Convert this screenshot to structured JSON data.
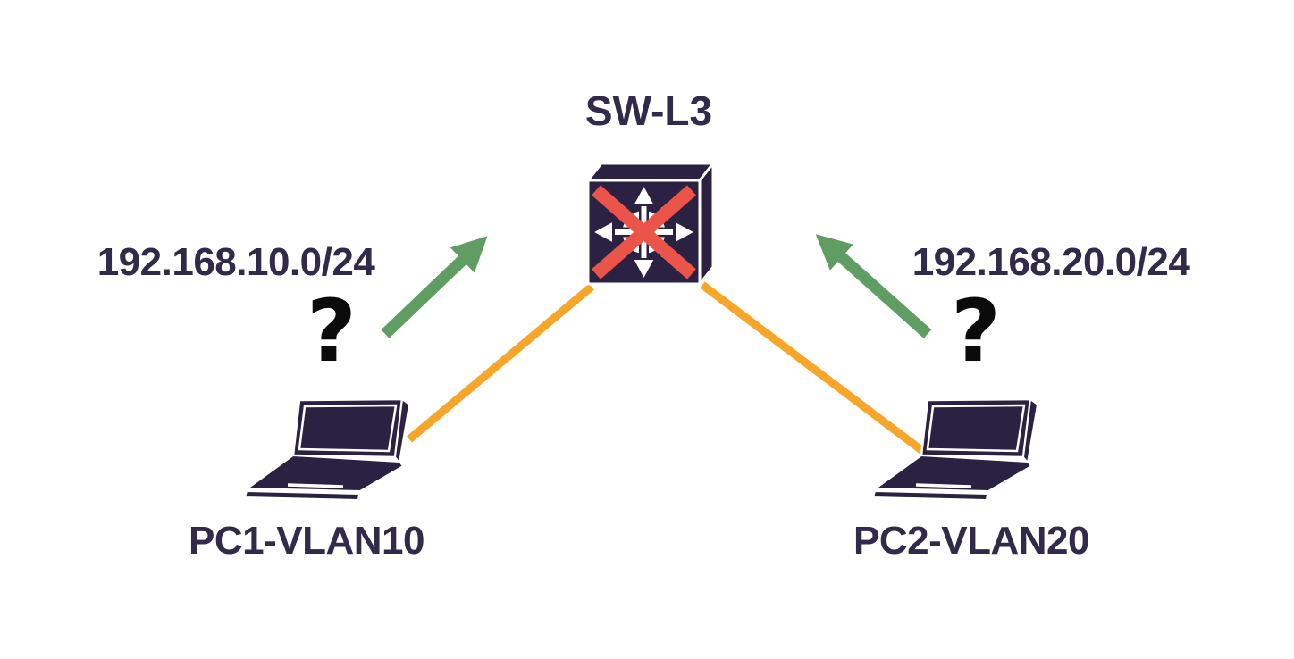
{
  "diagram": {
    "switch": {
      "label": "SW-L3",
      "icon": "layer3-switch-icon",
      "crossed_out": true
    },
    "pc1": {
      "label": "PC1-VLAN10",
      "icon": "laptop-icon"
    },
    "pc2": {
      "label": "PC2-VLAN20",
      "icon": "laptop-icon"
    },
    "annotations": {
      "left_subnet": "192.168.10.0/24",
      "right_subnet": "192.168.20.0/24",
      "left_question": "?",
      "right_question": "?"
    },
    "links": [
      {
        "from": "PC1-VLAN10",
        "to": "SW-L3"
      },
      {
        "from": "PC2-VLAN20",
        "to": "SW-L3"
      }
    ],
    "arrows": [
      {
        "near": "PC1-VLAN10",
        "direction": "up-right-toward-switch"
      },
      {
        "near": "PC2-VLAN20",
        "direction": "up-left-toward-switch"
      }
    ],
    "colors": {
      "node": "#2B2243",
      "text": "#322A4B",
      "link": "#F7A62A",
      "arrow": "#5F9D62",
      "cross": "#EA5449",
      "question": "#0B0B0B",
      "background": "#FFFFFF"
    }
  }
}
